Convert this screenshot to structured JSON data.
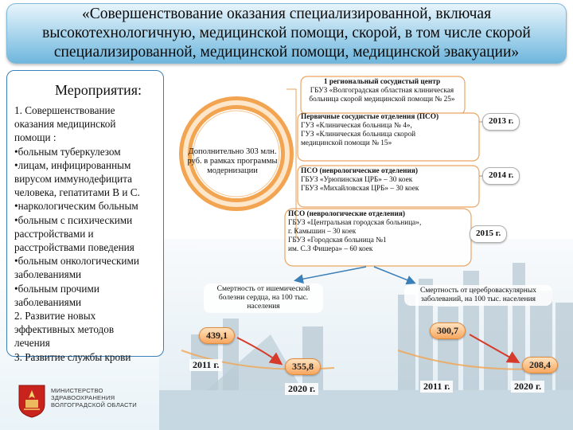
{
  "header": {
    "title": "«Совершенствование оказания специализированной, включая высокотехнологичную, медицинской помощи, скорой, в том числе скорой специализированной, медицинской помощи, медицинской эвакуации»"
  },
  "measures": {
    "heading": "Мероприятия:",
    "lines": [
      "1. Совершенствование",
      "оказания медицинской",
      "помощи :",
      "•больным туберкулезом",
      "•лицам, инфицированным",
      "вирусом иммунодефицита",
      "человека, гепатитами B и C.",
      "•наркологическим больным",
      "•больным с психическими",
      "расстройствами и",
      "расстройствами поведения",
      "•больным онкологическими",
      "заболеваниями",
      "•больным прочими",
      "заболеваниями",
      "2. Развитие новых",
      "эффективных методов",
      "лечения",
      "3. Развитие службы крови"
    ]
  },
  "ministry": {
    "line1": "МИНИСТЕРСТВО",
    "line2": "ЗДРАВООХРАНЕНИЯ",
    "line3": "ВОЛГОГРАДСКОЙ ОБЛАСТИ"
  },
  "ring": {
    "text": "Дополнительно 303 млн. руб. в рамках программы модернизации"
  },
  "centers": [
    {
      "title": "1 региональный сосудистый центр",
      "lines": [
        "ГБУЗ «Волгоградская областная клиническая",
        "больница скорой медицинской помощи № 25»"
      ]
    },
    {
      "title": "Первичные сосудистые отделения (ПСО)",
      "lines": [
        "ГУЗ «Клиническая больница № 4»,",
        "ГУЗ «Клиническая больница скорой",
        "медицинской помощи № 15»"
      ]
    },
    {
      "title": "ПСО (неврологические отделения)",
      "lines": [
        "ГБУЗ «Урюпинская ЦРБ» – 30 коек",
        "ГБУЗ «Михайловская ЦРБ» – 30 коек"
      ]
    },
    {
      "title": "ПСО (неврологические отделения)",
      "lines": [
        "ГБУЗ «Центральная городская больница»,",
        "г. Камышин – 30 коек",
        "ГБУЗ «Городская больница №1",
        "им. С.З Фишера» – 60 коек"
      ]
    }
  ],
  "years": {
    "y2013": "2013 г.",
    "y2014": "2014 г.",
    "y2015": "2015 г."
  },
  "stats": {
    "ischemic_label": "Смертность от ишемической болезни сердца, на 100 тыс. населения",
    "ischemic_2011": "439,1",
    "ischemic_2020": "355,8",
    "cerebro_label": "Смертность от цереброваскулярных заболеваний, на 100 тыс. населения",
    "cerebro_2011": "300,7",
    "cerebro_2020": "208,4",
    "year_2011": "2011 г.",
    "year_2020": "2020 г."
  },
  "colors": {
    "header_accent": "#6fb6dd",
    "panel_border": "#3a7fb8",
    "card_fill": "#ffffff",
    "arrow_red": "#d63a2a",
    "ring_orange": "#f2a450",
    "ring_light": "#fde6c9"
  },
  "icons": {
    "logo": "coat-of-arms-icon"
  }
}
